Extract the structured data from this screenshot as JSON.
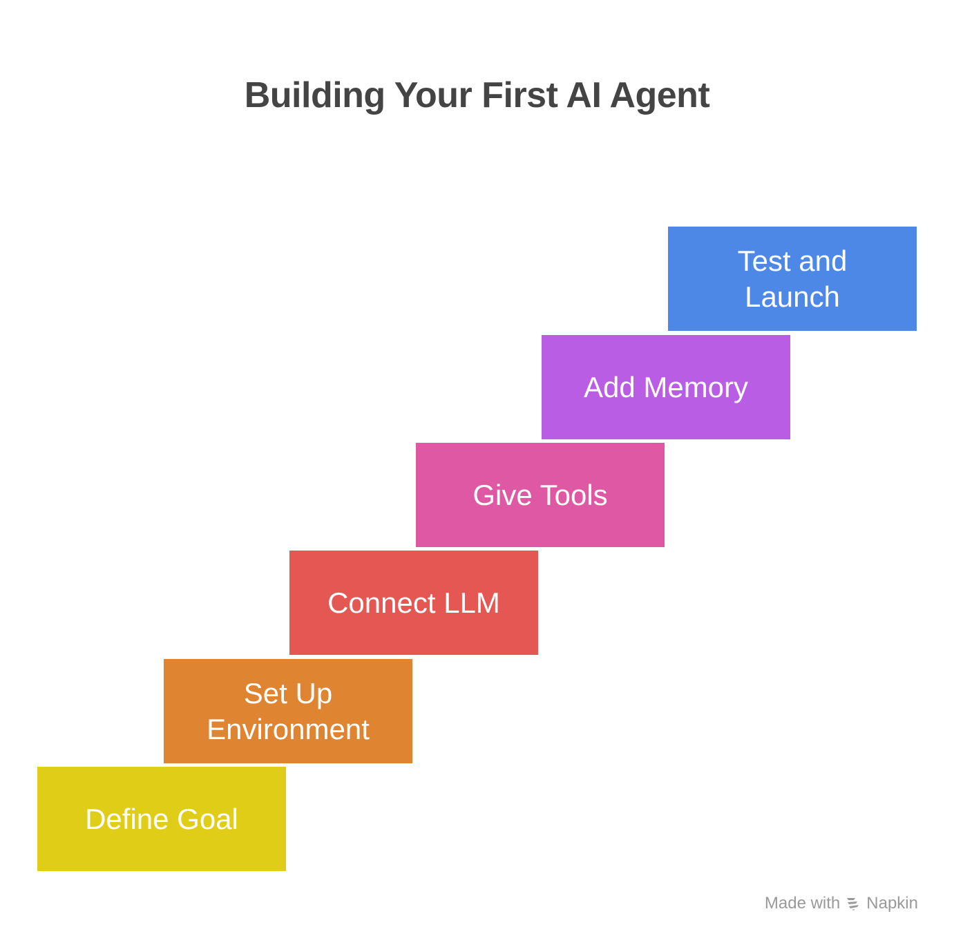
{
  "title": "Building Your First AI Agent",
  "steps": [
    {
      "label": "Define Goal",
      "color": "#DFCD18"
    },
    {
      "label": "Set Up\nEnvironment",
      "color": "#DF8431"
    },
    {
      "label": "Connect LLM",
      "color": "#E45753"
    },
    {
      "label": "Give Tools",
      "color": "#DE58A4"
    },
    {
      "label": "Add Memory",
      "color": "#B95DE4"
    },
    {
      "label": "Test and\nLaunch",
      "color": "#4E88E6"
    }
  ],
  "footer": {
    "made_with": "Made with",
    "brand": "Napkin",
    "icon": "napkin-logo-icon"
  }
}
